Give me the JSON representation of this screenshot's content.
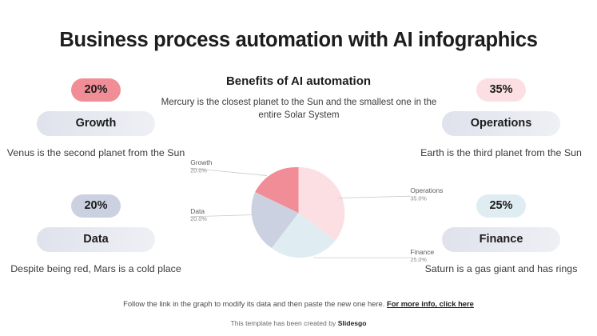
{
  "slide": {
    "title": "Business process automation with AI infographics"
  },
  "chart_header": {
    "title": "Benefits of AI automation",
    "subtitle": "Mercury is the closest planet to the Sun and the smallest one in the entire Solar System"
  },
  "stats": [
    {
      "percent": "20%",
      "name": "Growth",
      "description": "Venus is the second planet from the Sun",
      "badge_color": "#f08d96",
      "position": "left-top"
    },
    {
      "percent": "20%",
      "name": "Data",
      "description": "Despite being red, Mars is a cold place",
      "badge_color": "#ccd1e1",
      "position": "left-bottom"
    },
    {
      "percent": "35%",
      "name": "Operations",
      "description": "Earth is the third planet from the Sun",
      "badge_color": "#fcdfe3",
      "position": "right-top"
    },
    {
      "percent": "25%",
      "name": "Finance",
      "description": "Saturn is a gas giant and has rings",
      "badge_color": "#dfedf2",
      "position": "right-bottom"
    }
  ],
  "chart_data": {
    "type": "pie",
    "title": "Benefits of AI automation",
    "subtitle": "Mercury is the closest planet to the Sun and the smallest one in the entire Solar System",
    "categories": [
      "Operations",
      "Finance",
      "Data",
      "Growth"
    ],
    "values": [
      35,
      25,
      20,
      20
    ],
    "value_labels": [
      "35.0%",
      "25.0%",
      "20.0%",
      "20.0%"
    ],
    "colors": [
      "#fcdfe3",
      "#dfedf2",
      "#ccd1e1",
      "#f08d96"
    ],
    "start_angle": 0,
    "direction": "clockwise",
    "legend": "leader-line labels",
    "grid": false,
    "labels": [
      {
        "name": "Growth",
        "value": "20.0%"
      },
      {
        "name": "Data",
        "value": "20.0%"
      },
      {
        "name": "Operations",
        "value": "35.0%"
      },
      {
        "name": "Finance",
        "value": "25.0%"
      }
    ]
  },
  "footer": {
    "note_text": "Follow the link in the graph to modify its data and then paste the new one here.",
    "note_link": "For more info, click here",
    "credit_prefix": "This template has been created by",
    "credit_brand": "Slidesgo"
  }
}
